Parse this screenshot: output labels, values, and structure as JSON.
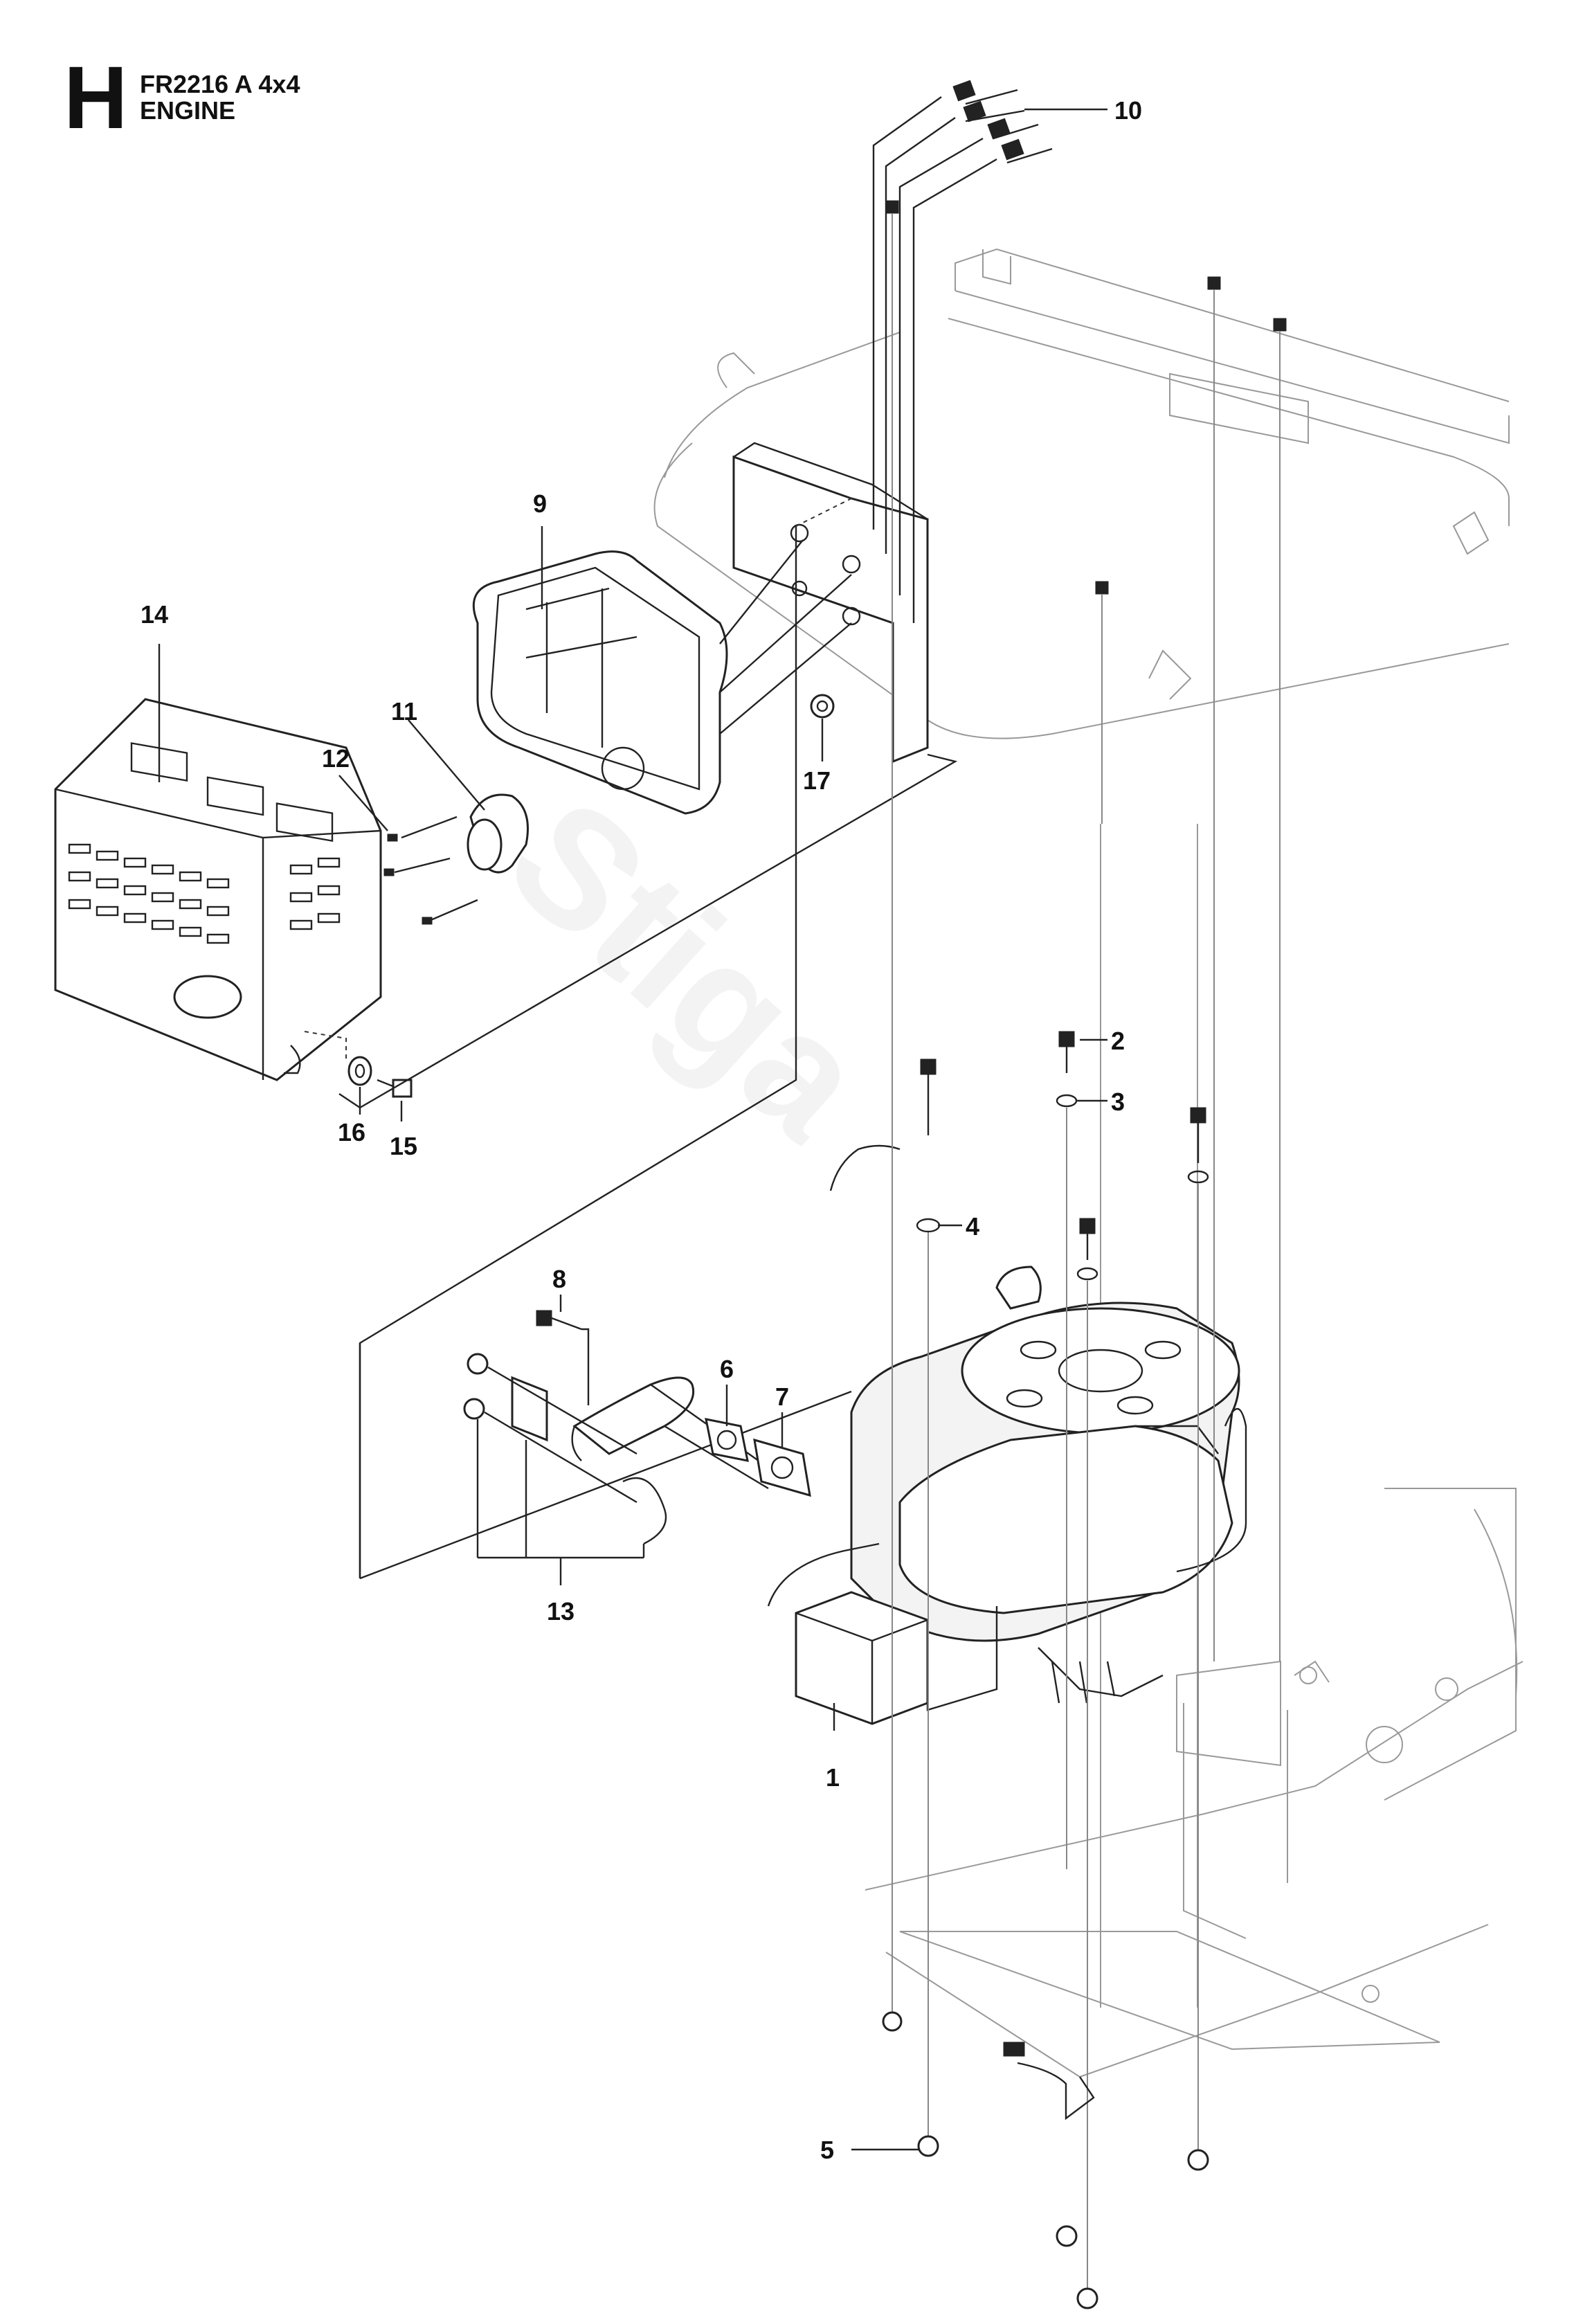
{
  "header": {
    "section_letter": "H",
    "model": "FR2216 A 4x4",
    "title": "ENGINE"
  },
  "callouts": {
    "c1": "1",
    "c2": "2",
    "c3": "3",
    "c4": "4",
    "c5": "5",
    "c6": "6",
    "c7": "7",
    "c8": "8",
    "c9": "9",
    "c10": "10",
    "c11": "11",
    "c12": "12",
    "c13": "13",
    "c14": "14",
    "c15": "15",
    "c16": "16",
    "c17": "17"
  },
  "watermark": "Stiga",
  "colors": {
    "line": "#222222",
    "frame": "#999999"
  }
}
